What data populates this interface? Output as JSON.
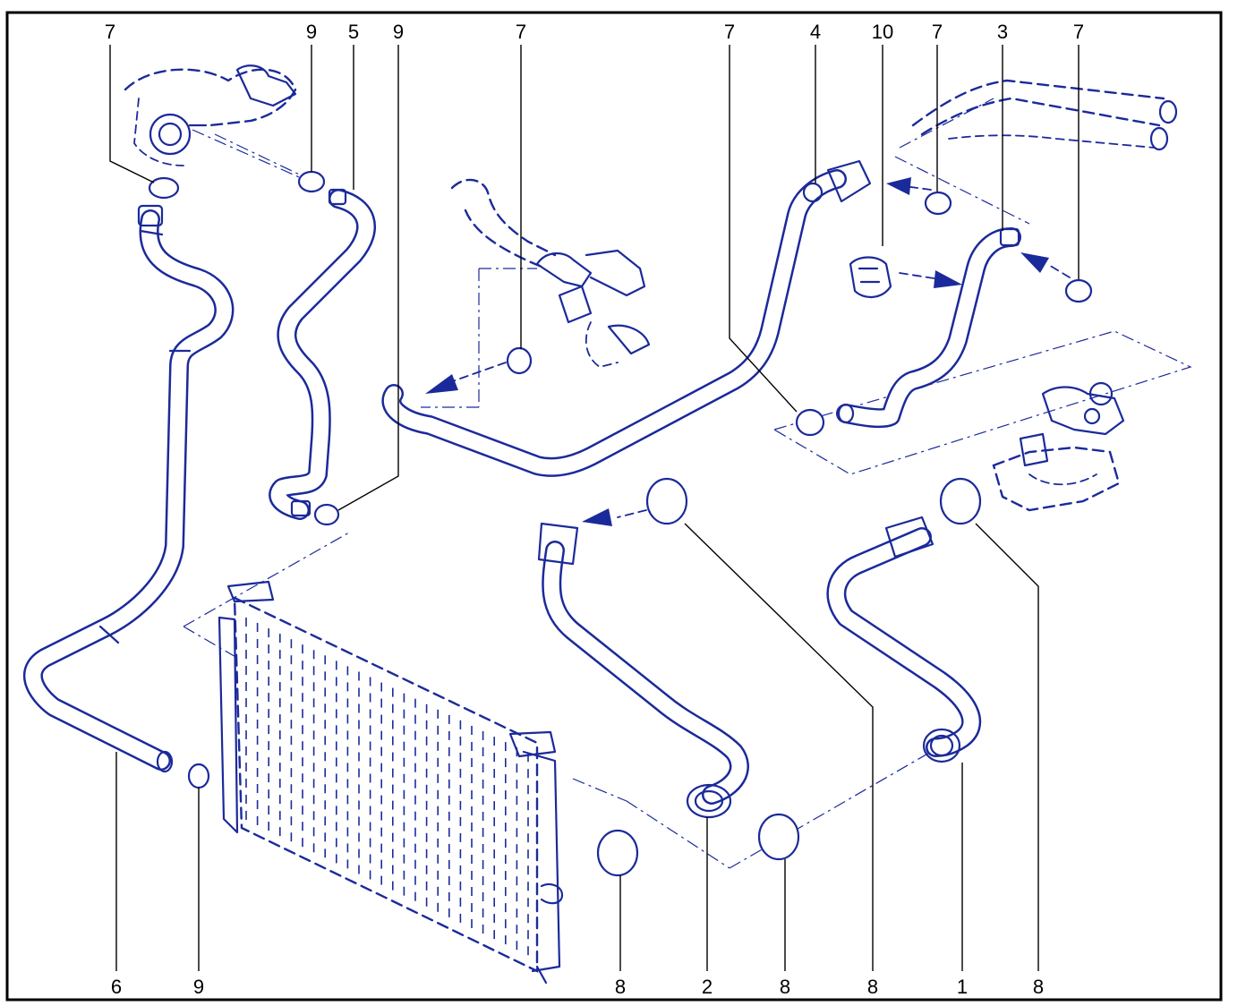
{
  "colors": {
    "line_art": "#1b2a9a",
    "callout_text": "#000000",
    "frame": "#000000",
    "background": "#ffffff"
  },
  "callouts": {
    "top": [
      "7",
      "9",
      "5",
      "9",
      "7",
      "7",
      "4",
      "10",
      "7",
      "3",
      "7"
    ],
    "bottom": [
      "6",
      "9",
      "8",
      "2",
      "8",
      "8",
      "1",
      "8"
    ]
  }
}
